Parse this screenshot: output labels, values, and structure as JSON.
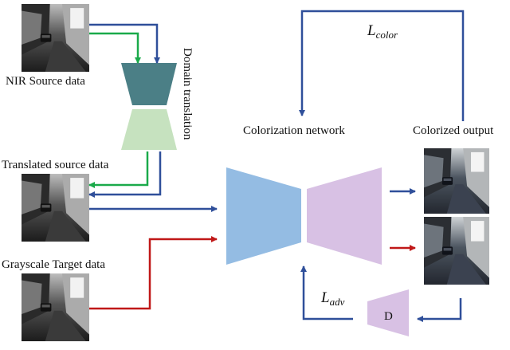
{
  "labels": {
    "nir_source": "NIR Source data",
    "domain_translation": "Domain translation",
    "translated_source": "Translated source data",
    "grayscale_target": "Grayscale Target data",
    "colorization_network": "Colorization network",
    "colorized_output": "Colorized output",
    "l_color_main": "L",
    "l_color_sub": "color",
    "l_adv_main": "L",
    "l_adv_sub": "adv",
    "discriminator": "D"
  },
  "colors": {
    "blue_arrow": "#2f4f9a",
    "green_arrow": "#1aaa4a",
    "red_arrow": "#c01818",
    "encoder_top": "#4b7f86",
    "decoder_bottom": "#c6e2bf",
    "colorizer_encoder": "#94bce3",
    "colorizer_decoder": "#d8c1e4",
    "discriminator_fill": "#d8c1e4"
  }
}
